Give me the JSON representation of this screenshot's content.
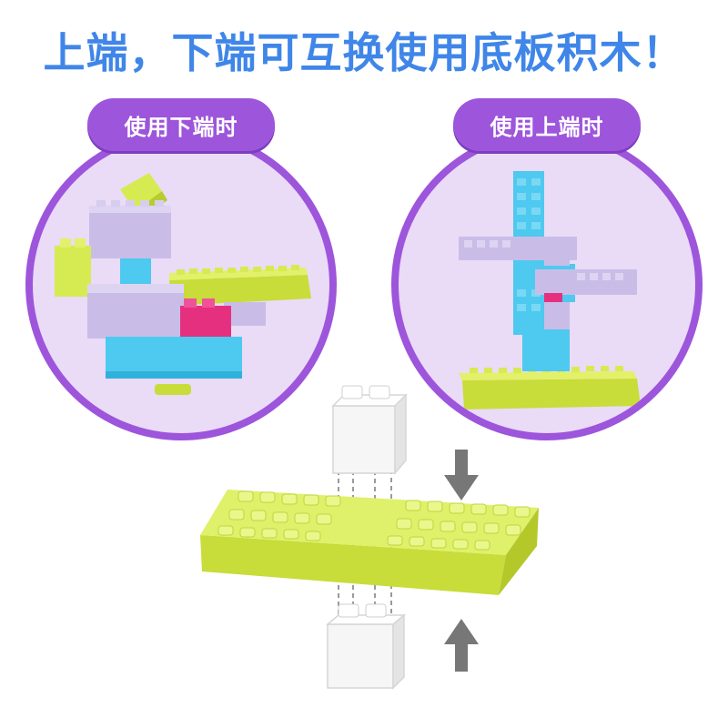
{
  "headline": {
    "text": "上端，下端可互换使用底板积木！",
    "color": "#3f86e8"
  },
  "panels": {
    "left": {
      "label": "使用下端时",
      "subject": "bird-model"
    },
    "right": {
      "label": "使用上端时",
      "subject": "windmill-model"
    }
  },
  "colors": {
    "panel_fill": "#eadbf7",
    "panel_ring": "#9d55db",
    "lime": "#d6eb52",
    "sky": "#4ec9ef",
    "lavender": "#c9bde8",
    "magenta": "#e5307f",
    "white_block": "#f6f6f6",
    "arrow": "#777777"
  },
  "icons": {
    "down_arrow": "arrow-down-icon",
    "up_arrow": "arrow-up-icon"
  }
}
